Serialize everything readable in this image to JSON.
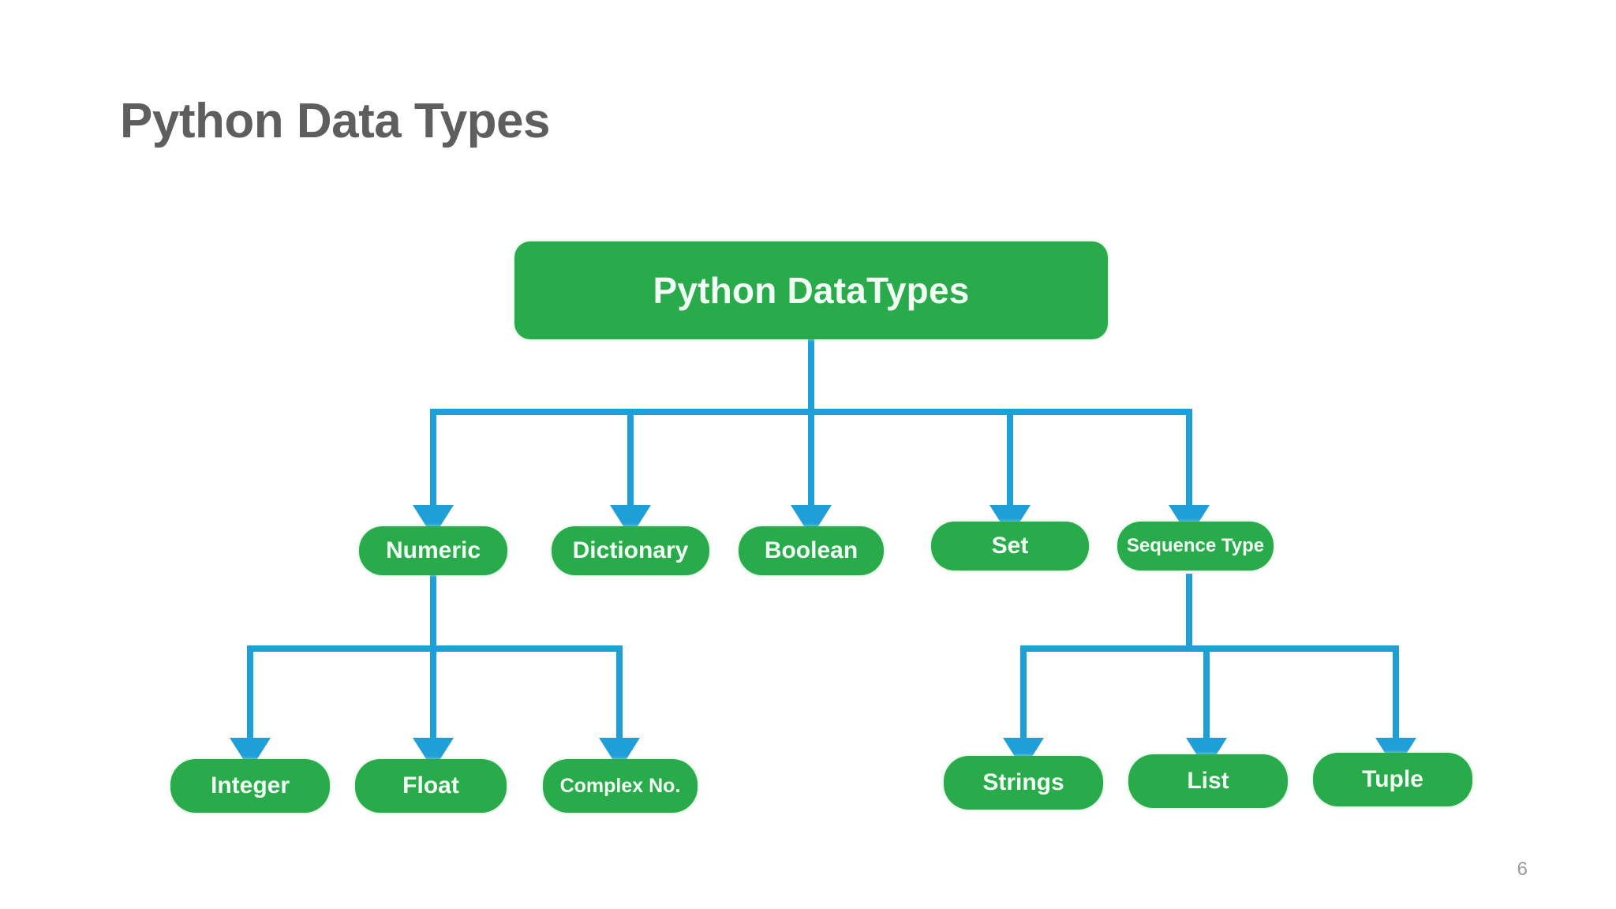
{
  "slide": {
    "title": "Python Data Types",
    "page_number": "6",
    "background_color": "#ffffff",
    "title_color": "#5e5e5e",
    "page_number_color": "#9a9a9a"
  },
  "diagram": {
    "type": "tree",
    "node_fill_color": "#2aab4b",
    "node_text_color": "#f2fff4",
    "connector_color": "#1f9fd8",
    "root": {
      "label": "Python DataTypes"
    },
    "level2": [
      {
        "label": "Numeric"
      },
      {
        "label": "Dictionary"
      },
      {
        "label": "Boolean"
      },
      {
        "label": "Set"
      },
      {
        "label": "Sequence Type"
      }
    ],
    "numeric_children": [
      {
        "label": "Integer"
      },
      {
        "label": "Float"
      },
      {
        "label": "Complex No."
      }
    ],
    "sequence_children": [
      {
        "label": "Strings"
      },
      {
        "label": "List"
      },
      {
        "label": "Tuple"
      }
    ]
  }
}
